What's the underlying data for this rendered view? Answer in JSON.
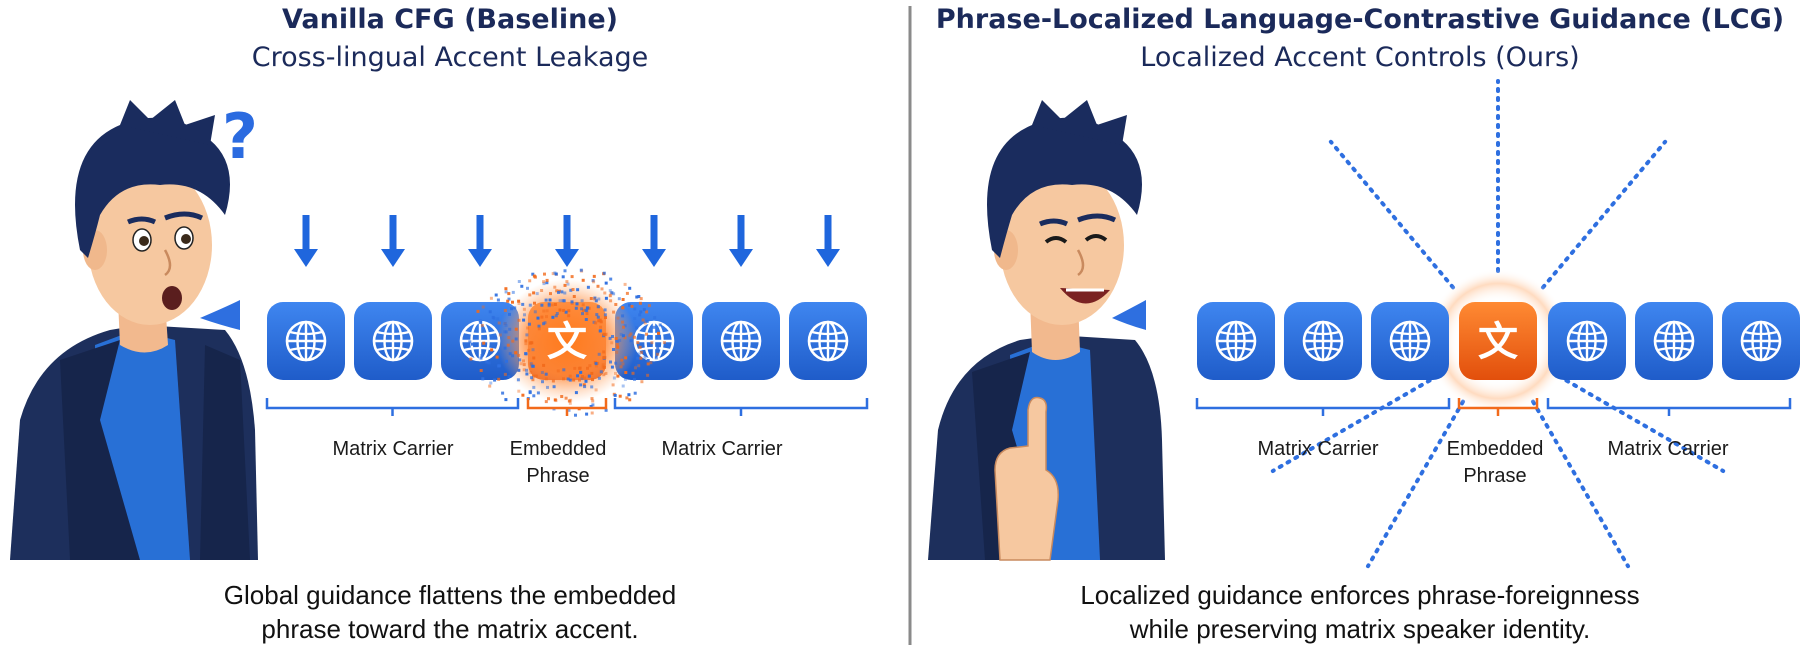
{
  "left_panel": {
    "title": "Vanilla CFG (Baseline)",
    "subtitle": "Cross-lingual Accent Leakage",
    "labels": {
      "carrier_left": "Matrix Carrier",
      "embedded": [
        "Embedded",
        "Phrase"
      ],
      "carrier_right": "Matrix Carrier"
    },
    "caption": [
      "Global guidance flattens the embedded",
      "phrase toward the matrix accent."
    ],
    "question_mark": "?"
  },
  "right_panel": {
    "title": "Phrase-Localized Language-Contrastive Guidance (LCG)",
    "subtitle": "Localized Accent Controls (Ours)",
    "labels": {
      "carrier_left": "Matrix Carrier",
      "embedded": [
        "Embedded",
        "Phrase"
      ],
      "carrier_right": "Matrix Carrier"
    },
    "caption": [
      "Localized guidance enforces phrase-foreignness",
      "while preserving matrix speaker identity."
    ]
  },
  "tokens": {
    "carrier_icon": "globe-icon",
    "phrase_glyph": "文"
  },
  "colors": {
    "navy": "#1b2a5a",
    "token_blue": "#2e6fe0",
    "arrow_blue": "#1f66dd",
    "phrase_orange": "#f26a1b",
    "hair": "#1a2c5e",
    "jacket": "#1d2f5c",
    "shirt": "#2870d6",
    "skin": "#f6c8a0",
    "divider": "#8a8a8a"
  }
}
